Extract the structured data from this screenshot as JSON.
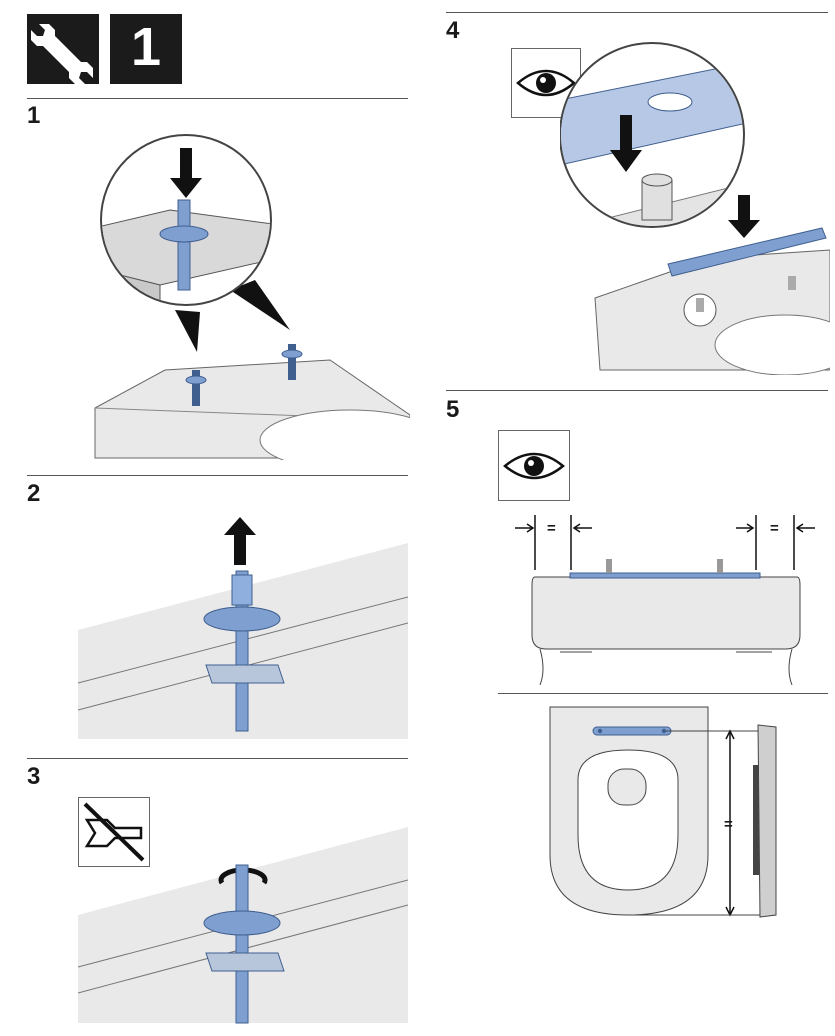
{
  "header": {
    "tool_icon": "wrench-icon",
    "tool_count": "1"
  },
  "steps": [
    {
      "number": "1",
      "illustration": "insert-fixing-bolts-into-ceramic"
    },
    {
      "number": "2",
      "illustration": "pull-bolt-upwards"
    },
    {
      "number": "3",
      "illustration": "tighten-by-hand-no-wrench",
      "hint_icon": "no-wrench-icon"
    },
    {
      "number": "4",
      "illustration": "place-hinge-bar-on-bolts",
      "hint_icon": "eye-icon"
    },
    {
      "number": "5",
      "illustration": "check-equal-spacing-and-alignment",
      "hint_icon": "eye-icon",
      "equal_marks": [
        "=",
        "=",
        "="
      ]
    }
  ],
  "colors": {
    "line": "#555555",
    "badge": "#1b1b1b",
    "part_blue": "#7e9fd0",
    "part_blue_dark": "#3f5f8f",
    "ceramic": "#e9e9e9",
    "ceramic_edge": "#666666"
  }
}
